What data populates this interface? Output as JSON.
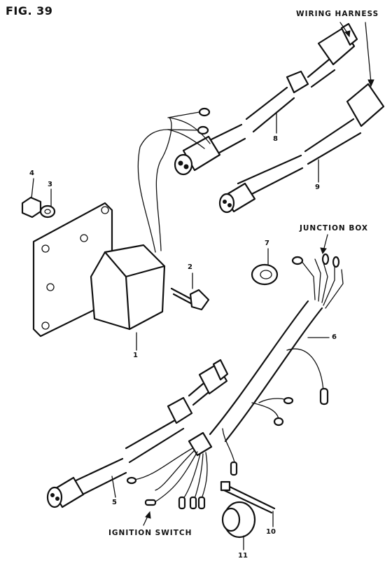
{
  "figure": {
    "title": "FIG. 39"
  },
  "callouts": {
    "wiring_harness": "WIRING HARNESS",
    "junction_box": "JUNCTION BOX",
    "ignition_switch": "IGNITION SWITCH"
  },
  "parts": [
    {
      "number": "1"
    },
    {
      "number": "2"
    },
    {
      "number": "3"
    },
    {
      "number": "4"
    },
    {
      "number": "5"
    },
    {
      "number": "6"
    },
    {
      "number": "7"
    },
    {
      "number": "8"
    },
    {
      "number": "9"
    },
    {
      "number": "10"
    },
    {
      "number": "11"
    }
  ]
}
